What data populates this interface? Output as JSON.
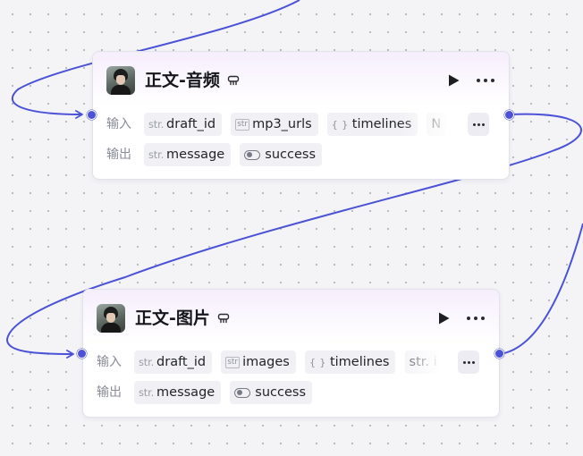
{
  "nodes": [
    {
      "id": "audio",
      "title": "正文-音频",
      "input_label": "输入",
      "output_label": "输出",
      "inputs": [
        {
          "type": "str",
          "name": "draft_id"
        },
        {
          "type": "array-str",
          "type_label": "str",
          "name": "mp3_urls"
        },
        {
          "type": "object",
          "type_label": "{ }",
          "name": "timelines"
        },
        {
          "type": "faded",
          "name": "N"
        }
      ],
      "outputs": [
        {
          "type": "str",
          "name": "message"
        },
        {
          "type": "boolean",
          "name": "success"
        }
      ]
    },
    {
      "id": "image",
      "title": "正文-图片",
      "input_label": "输入",
      "output_label": "输出",
      "inputs": [
        {
          "type": "str",
          "name": "draft_id"
        },
        {
          "type": "array-str",
          "type_label": "str",
          "name": "images"
        },
        {
          "type": "object",
          "type_label": "{ }",
          "name": "timelines"
        },
        {
          "type": "faded",
          "name": "str. i"
        }
      ],
      "outputs": [
        {
          "type": "str",
          "name": "message"
        },
        {
          "type": "boolean",
          "name": "success"
        }
      ]
    }
  ],
  "type_prefix": "str.",
  "colors": {
    "edge": "#4b52d8",
    "port": "#4b52d8",
    "header_gradient_top": "#f6eefc",
    "canvas": "#f4f4f7"
  }
}
